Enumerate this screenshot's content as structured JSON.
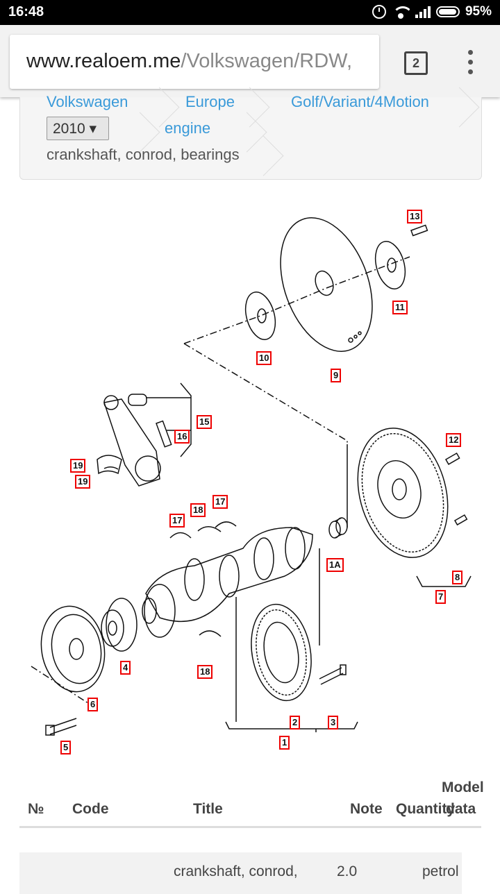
{
  "status_bar": {
    "time": "16:48",
    "battery": "95%"
  },
  "browser": {
    "url_host": "www.realoem.me",
    "url_path": "/Volkswagen/RDW,",
    "tab_count": "2"
  },
  "breadcrumb": {
    "make": "Volkswagen",
    "region": "Europe",
    "model": "Golf/Variant/4Motion",
    "year": "2010 ▾",
    "section": "engine",
    "current": "crankshaft, conrod, bearings"
  },
  "diagram": {
    "callouts": [
      "13",
      "11",
      "10",
      "9",
      "15",
      "16",
      "19",
      "19",
      "12",
      "18",
      "17",
      "17",
      "1A",
      "8",
      "7",
      "4",
      "18",
      "6",
      "2",
      "3",
      "5",
      "1"
    ]
  },
  "table": {
    "headers": {
      "no": "№",
      "code": "Code",
      "title": "Title",
      "note": "Note",
      "quantity": "Quantity",
      "model_data_1": "Model",
      "model_data_2": "data"
    },
    "rows": [
      {
        "title": "crankshaft, conrod,",
        "note": "2.0",
        "model_data": "petrol"
      }
    ]
  }
}
